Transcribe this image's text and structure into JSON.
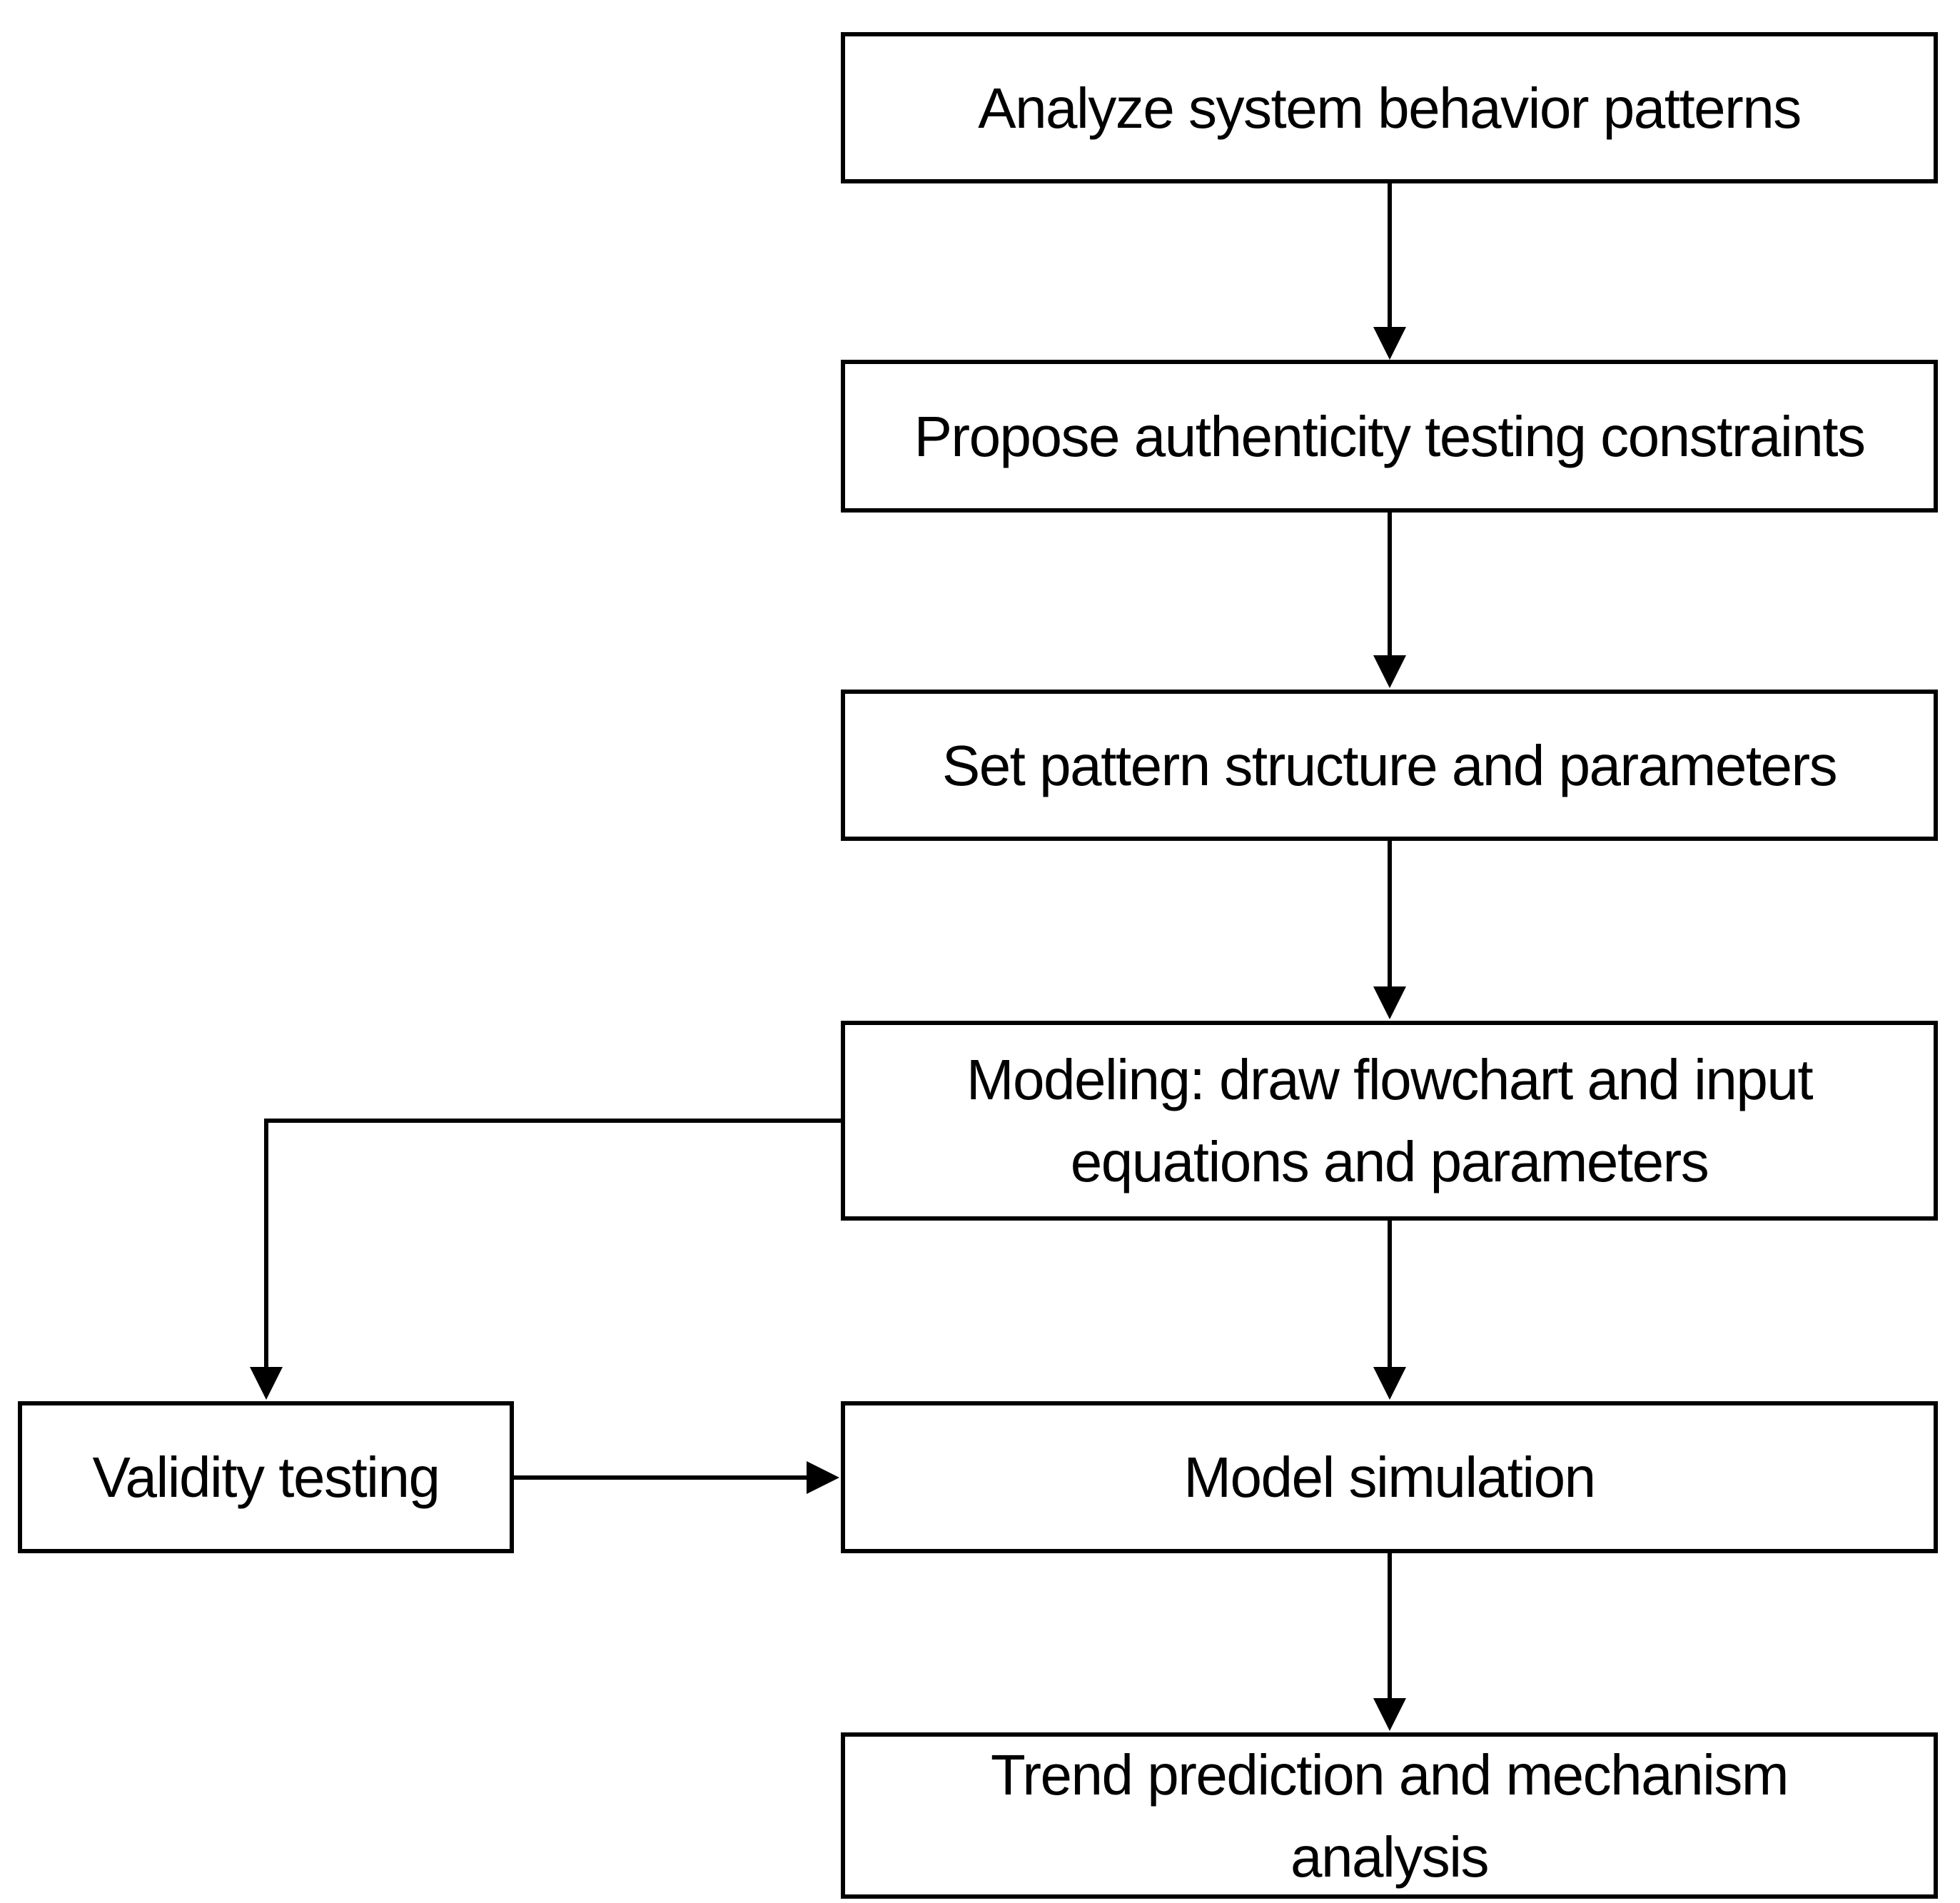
{
  "figure": {
    "type": "flowchart",
    "background_color": "#ffffff",
    "box_fill_color": "#ffffff",
    "line_color": "#000000",
    "text_color": "#000000",
    "nodes": [
      {
        "id": "analyze",
        "label": "Analyze system behavior patterns",
        "lines": [
          "Analyze system behavior patterns"
        ]
      },
      {
        "id": "propose",
        "label": "Propose authenticity testing constraints",
        "lines": [
          "Propose authenticity testing constraints"
        ]
      },
      {
        "id": "set_pattern",
        "label": "Set pattern structure and parameters",
        "lines": [
          "Set pattern structure and parameters"
        ]
      },
      {
        "id": "modeling",
        "label": "Modeling: draw flowchart and input equations and parameters",
        "lines": [
          "Modeling: draw flowchart and input",
          "equations and parameters"
        ]
      },
      {
        "id": "validity",
        "label": "Validity testing",
        "lines": [
          "Validity testing"
        ]
      },
      {
        "id": "simulation",
        "label": "Model simulation",
        "lines": [
          "Model simulation"
        ]
      },
      {
        "id": "trend",
        "label": "Trend prediction and mechanism analysis",
        "lines": [
          "Trend prediction and mechanism",
          "analysis"
        ]
      }
    ],
    "edges": [
      {
        "from": "analyze",
        "to": "propose",
        "style": "arrow-down"
      },
      {
        "from": "propose",
        "to": "set_pattern",
        "style": "arrow-down"
      },
      {
        "from": "set_pattern",
        "to": "modeling",
        "style": "arrow-down"
      },
      {
        "from": "modeling",
        "to": "validity",
        "style": "elbow-left-down-arrow"
      },
      {
        "from": "validity",
        "to": "simulation",
        "style": "arrow-right"
      },
      {
        "from": "modeling",
        "to": "simulation",
        "style": "arrow-down"
      },
      {
        "from": "simulation",
        "to": "trend",
        "style": "arrow-down"
      }
    ]
  }
}
